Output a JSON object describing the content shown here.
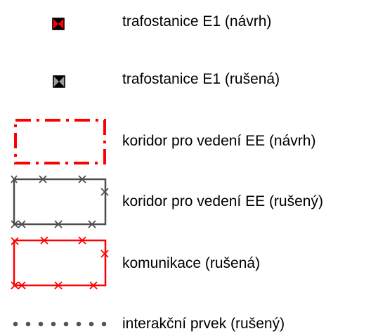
{
  "legend": {
    "items": [
      {
        "label": "trafostanice E1 (návrh)",
        "icon": "transformer-station-proposed-icon",
        "color": "#ff0000"
      },
      {
        "label": "trafostanice E1 (rušená)",
        "icon": "transformer-station-cancelled-icon",
        "color": "#555555"
      },
      {
        "label": "koridor pro vedení EE (návrh)",
        "icon": "power-line-corridor-proposed-icon",
        "color": "#ff0000"
      },
      {
        "label": "koridor pro vedení EE (rušený)",
        "icon": "power-line-corridor-cancelled-icon",
        "color": "#555555"
      },
      {
        "label": "komunikace (rušená)",
        "icon": "road-cancelled-icon",
        "color": "#ff0000"
      },
      {
        "label": "interakční prvek (rušený)",
        "icon": "interaction-element-cancelled-icon",
        "color": "#555555"
      }
    ]
  }
}
